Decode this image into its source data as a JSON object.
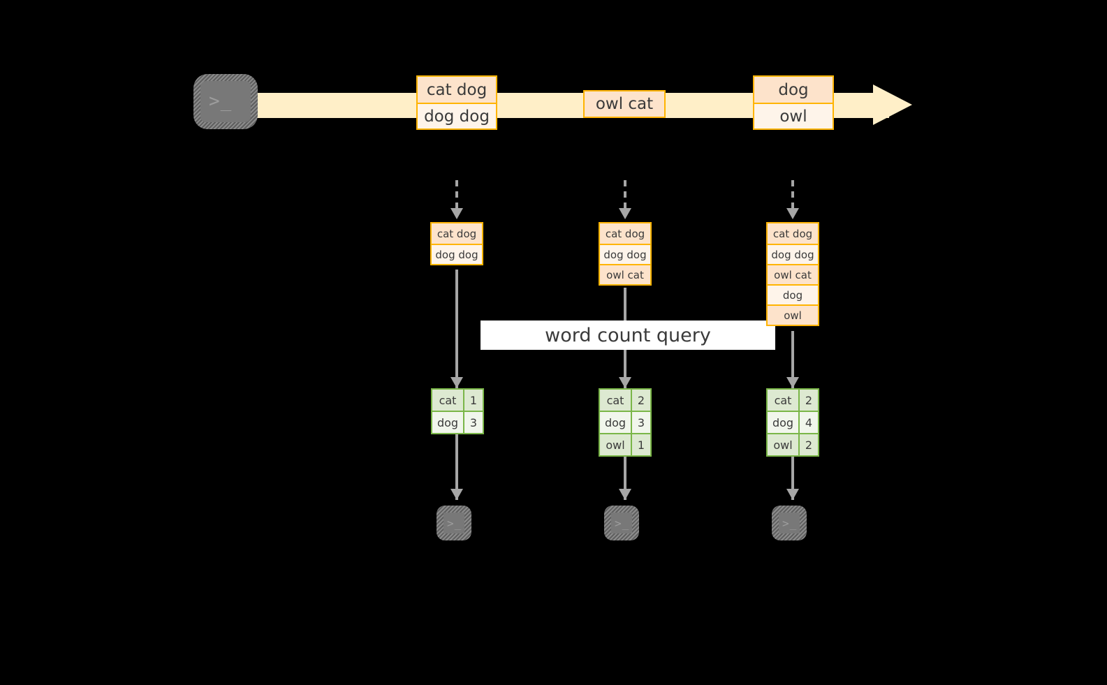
{
  "diagram": {
    "title": "word count query",
    "colors": {
      "background": "#000000",
      "stream_band": "#FFEFC8",
      "record_border": "#FFB400",
      "record_fill_dark": "#FDE3CB",
      "record_fill_light": "#FEF4EA",
      "table_border": "#7AB648",
      "table_fill_dark": "#DDE9D1",
      "table_fill_light": "#F1F6EC",
      "arrow_gray": "#A6A6A6",
      "terminal_body": "#787878",
      "banner_fill": "#FFFFFF"
    }
  },
  "source": {
    "icon": "terminal-icon",
    "prompt": ">_"
  },
  "stream": {
    "arrow_icon": "right-arrow-icon",
    "records": [
      {
        "lines": [
          "cat dog",
          "dog dog"
        ]
      },
      {
        "lines": [
          "owl cat"
        ]
      },
      {
        "lines": [
          "dog",
          "owl"
        ]
      }
    ]
  },
  "snapshots": [
    {
      "id": "snapshot-1",
      "ingest_arrow": "dashed-down-arrow-icon",
      "lines": [
        "cat dog",
        "dog dog"
      ],
      "query_arrow": "down-arrow-icon",
      "result": {
        "rows": [
          {
            "word": "cat",
            "count": "1"
          },
          {
            "word": "dog",
            "count": "3"
          }
        ]
      },
      "sink_arrow": "down-arrow-icon",
      "sink": {
        "icon": "terminal-icon",
        "prompt": ">_"
      }
    },
    {
      "id": "snapshot-2",
      "ingest_arrow": "dashed-down-arrow-icon",
      "lines": [
        "cat dog",
        "dog dog",
        "owl cat"
      ],
      "query_arrow": "down-arrow-icon",
      "result": {
        "rows": [
          {
            "word": "cat",
            "count": "2"
          },
          {
            "word": "dog",
            "count": "3"
          },
          {
            "word": "owl",
            "count": "1"
          }
        ]
      },
      "sink_arrow": "down-arrow-icon",
      "sink": {
        "icon": "terminal-icon",
        "prompt": ">_"
      }
    },
    {
      "id": "snapshot-3",
      "ingest_arrow": "dashed-down-arrow-icon",
      "lines": [
        "cat dog",
        "dog dog",
        "owl cat",
        "dog",
        "owl"
      ],
      "query_arrow": "down-arrow-icon",
      "result": {
        "rows": [
          {
            "word": "cat",
            "count": "2"
          },
          {
            "word": "dog",
            "count": "4"
          },
          {
            "word": "owl",
            "count": "2"
          }
        ]
      },
      "sink_arrow": "down-arrow-icon",
      "sink": {
        "icon": "terminal-icon",
        "prompt": ">_"
      }
    }
  ]
}
